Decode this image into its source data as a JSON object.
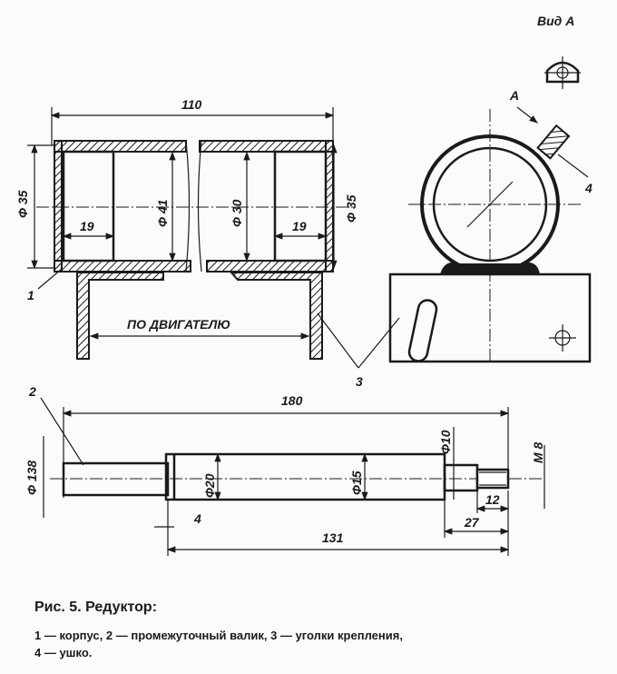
{
  "view_label": "Вид А",
  "top_view": {
    "dim_length": "110",
    "dim_d35_left": "Ф 35",
    "dim_d41": "Ф 41",
    "dim_d30": "Ф 30",
    "dim_d35_right": "Ф 35",
    "dim_19_left": "19",
    "dim_19_right": "19",
    "motor_label": "ПО ДВИГАТЕЛЮ",
    "callout_1": "1",
    "callout_3": "3"
  },
  "side_view": {
    "arrow_label": "А",
    "callout_4": "4"
  },
  "shaft": {
    "callout_2": "2",
    "dim_length": "180",
    "dim_d138": "Ф 138",
    "dim_d20": "Ф20",
    "dim_d15": "Ф15",
    "dim_d10": "Ф10",
    "dim_m8": "М 8",
    "dim_4": "4",
    "dim_131": "131",
    "dim_27": "27",
    "dim_12": "12"
  },
  "caption": {
    "title": "Рис. 5. Редуктор:",
    "legend_line1": "1 — корпус, 2 — промежуточный валик, 3 — уголки крепления,",
    "legend_line2": "4 — ушко."
  }
}
